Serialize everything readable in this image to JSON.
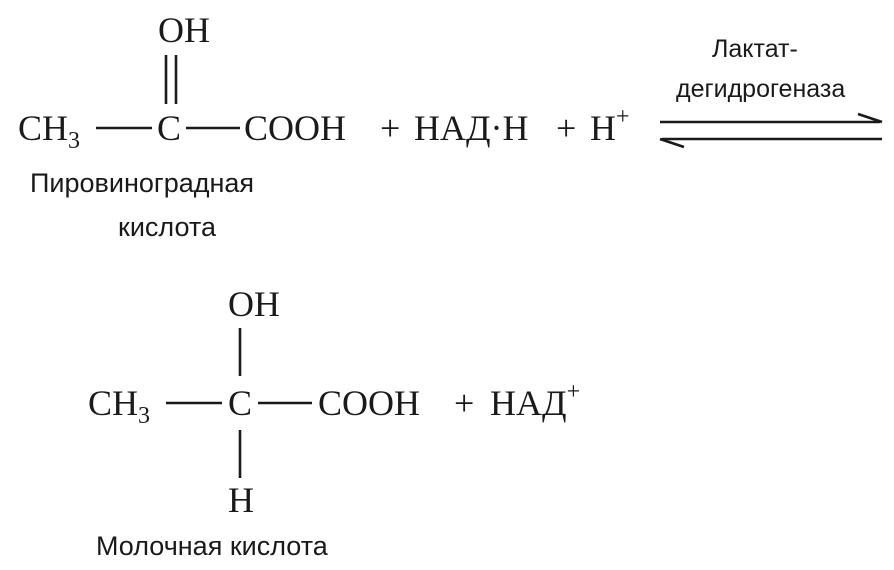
{
  "reaction": {
    "pyruvate": {
      "ch3_main": "CH",
      "ch3_sub": "3",
      "carbon": "C",
      "oh": "OH",
      "cooh": "COOH",
      "name_line1": "Пировиноградная",
      "name_line2": "кислота"
    },
    "reactants_tail": {
      "plus1": "+",
      "nadh": "НАД·Н",
      "plus2": "+",
      "h": "H",
      "h_charge": "+"
    },
    "enzyme": {
      "line1": "Лактат-",
      "line2": "дегидрогеназа"
    },
    "lactate": {
      "ch3_main": "CH",
      "ch3_sub": "3",
      "carbon": "C",
      "oh": "OH",
      "h": "H",
      "cooh": "COOH",
      "name": "Молочная кислота"
    },
    "products_tail": {
      "plus": "+",
      "nad": "НАД",
      "nad_charge": "+"
    }
  }
}
